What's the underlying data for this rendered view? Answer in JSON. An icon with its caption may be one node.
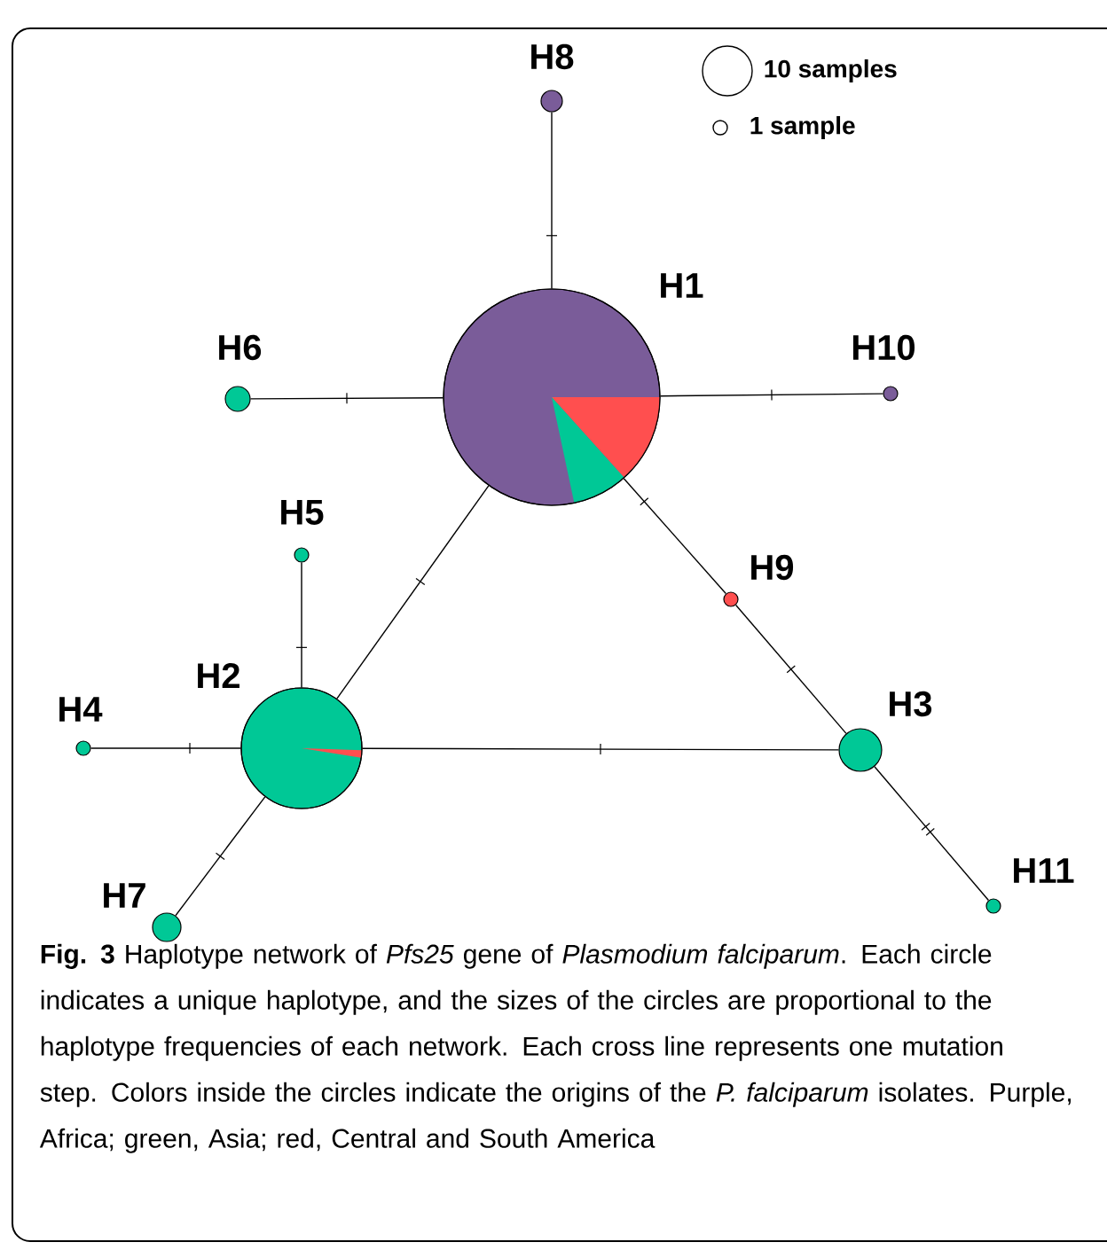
{
  "diagram": {
    "caption": "**Fig. 3** Haplotype network of *Pfs25* gene of *Plasmodium falciparum*. Each circle indicates a unique haplotype, and the sizes of the circles are proportional to the haplotype frequencies of each network. Each cross line represents one mutation step. Colors inside the circles indicate the origins of the *P. falciparum* isolates. Purple, Africa; green, Asia; red, Central and South America",
    "nodes": [
      {
        "text": [
          "H8"
        ]
      },
      {
        "text": [
          "H1"
        ]
      },
      {
        "text": [
          "H6"
        ]
      },
      {
        "text": [
          "H10"
        ]
      },
      {
        "text": [
          "H5"
        ]
      },
      {
        "text": [
          "H9"
        ]
      },
      {
        "text": [
          "H2"
        ]
      },
      {
        "text": [
          "H4"
        ]
      },
      {
        "text": [
          "H3"
        ]
      },
      {
        "text": [
          "H7"
        ]
      },
      {
        "text": [
          "H11"
        ]
      }
    ],
    "edges": [
      {
        "from": 0,
        "to": 1,
        "arrow": "none"
      },
      {
        "from": 2,
        "to": 1,
        "arrow": "none"
      },
      {
        "from": 1,
        "to": 3,
        "arrow": "none"
      },
      {
        "from": 1,
        "to": 6,
        "arrow": "none"
      },
      {
        "from": 1,
        "to": 5,
        "arrow": "none"
      },
      {
        "from": 5,
        "to": 8,
        "arrow": "none"
      },
      {
        "from": 6,
        "to": 8,
        "arrow": "none"
      },
      {
        "from": 4,
        "to": 6,
        "arrow": "none"
      },
      {
        "from": 7,
        "to": 6,
        "arrow": "none"
      },
      {
        "from": 9,
        "to": 6,
        "arrow": "none"
      },
      {
        "from": 8,
        "to": 10,
        "arrow": "none"
      }
    ],
    "legend": [
      {
        "text": "10 samples"
      },
      {
        "text": "1 sample"
      }
    ]
  }
}
